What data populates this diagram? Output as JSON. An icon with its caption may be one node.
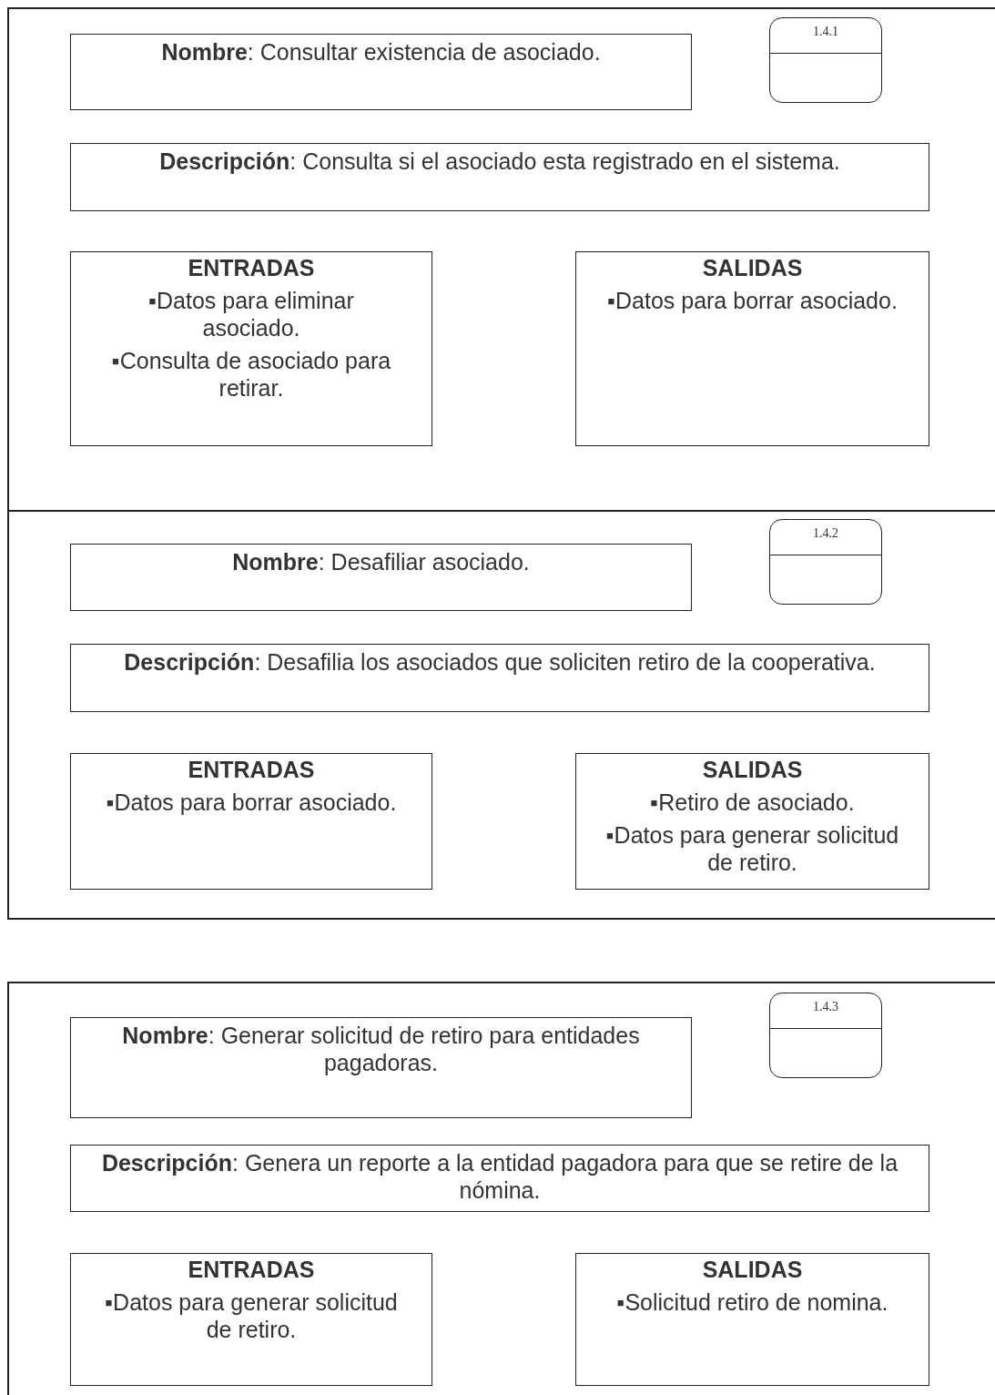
{
  "diagram": {
    "nodes": [
      {
        "text": [],
        "shape": "box"
      },
      {
        "text": [
          "**Nombre**: Consultar existencia de asociado."
        ],
        "in": 0
      },
      {
        "text": [
          "1.4.1"
        ],
        "in": 0
      },
      {
        "text": [
          "**Descripción**: Consulta si el asociado esta registrado en el sistema."
        ],
        "in": 0
      },
      {
        "text": [
          "ENTRADAS",
          "▪Datos para eliminar asociado.",
          "▪Consulta de asociado para retirar."
        ],
        "in": 0
      },
      {
        "text": [
          "SALIDAS",
          "▪Datos para borrar asociado."
        ],
        "in": 0
      },
      {
        "text": [],
        "shape": "box"
      },
      {
        "text": [
          "**Nombre**: Desafiliar asociado."
        ],
        "in": 6
      },
      {
        "text": [
          "1.4.2"
        ],
        "in": 6
      },
      {
        "text": [
          "**Descripción**: Desafilia los asociados que soliciten retiro de la cooperativa."
        ],
        "in": 6
      },
      {
        "text": [
          "ENTRADAS",
          "▪Datos para borrar asociado."
        ],
        "in": 6
      },
      {
        "text": [
          "SALIDAS",
          "▪Retiro de asociado.",
          "▪Datos para generar solicitud de retiro."
        ],
        "in": 6
      },
      {
        "text": [],
        "shape": "box"
      },
      {
        "text": [
          "**Nombre**: Generar solicitud de retiro para entidades pagadoras."
        ],
        "in": 12
      },
      {
        "text": [
          "1.4.3"
        ],
        "in": 12
      },
      {
        "text": [
          "**Descripción**: Genera un reporte a la entidad pagadora para que se retire de la nómina."
        ],
        "in": 12
      },
      {
        "text": [
          "ENTRADAS",
          "▪Datos para generar solicitud de retiro."
        ],
        "in": 12
      },
      {
        "text": [
          "SALIDAS",
          "▪Solicitud retiro de nomina."
        ],
        "in": 12
      }
    ]
  }
}
